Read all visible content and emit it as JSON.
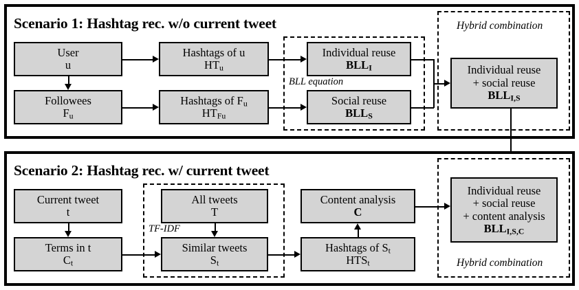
{
  "figure": {
    "type": "flow-diagram",
    "background": "#ffffff",
    "node_fill": "#d4d4d4",
    "stroke": "#000000"
  },
  "scenario1": {
    "title": "Scenario 1: Hashtag rec. w/o current tweet",
    "groups": {
      "bll_equation": "BLL equation",
      "hybrid": "Hybrid combination"
    },
    "nodes": {
      "user": {
        "line1": "User",
        "line2": "u"
      },
      "followees": {
        "line1": "Followees",
        "line2": "F",
        "line2_sub": "u"
      },
      "hashtags_u": {
        "line1": "Hashtags of u",
        "line2": "HT",
        "line2_sub": "u"
      },
      "hashtags_fu": {
        "line1": "Hashtags of F",
        "line1_sub": "u",
        "line2": "HT",
        "line2_sub": "Fu"
      },
      "individual_reuse": {
        "line1": "Individual reuse",
        "line2": "BLL",
        "line2_sub": "I"
      },
      "social_reuse": {
        "line1": "Social reuse",
        "line2": "BLL",
        "line2_sub": "S"
      },
      "hybrid_is": {
        "line1": "Individual reuse",
        "line2": "+ social reuse",
        "line3": "BLL",
        "line3_sub": "I,S"
      }
    }
  },
  "scenario2": {
    "title": "Scenario 2: Hashtag rec. w/ current tweet",
    "groups": {
      "tfidf": "TF-IDF",
      "hybrid": "Hybrid combination"
    },
    "nodes": {
      "current_tweet": {
        "line1": "Current tweet",
        "line2": "t"
      },
      "terms_in_t": {
        "line1": "Terms in t",
        "line2": "C",
        "line2_sub": "t"
      },
      "all_tweets": {
        "line1": "All tweets",
        "line2": "T"
      },
      "similar_tweets": {
        "line1": "Similar tweets",
        "line2": "S",
        "line2_sub": "t"
      },
      "content_analysis": {
        "line1": "Content analysis",
        "line2": "C"
      },
      "hashtags_st": {
        "line1": "Hashtags of S",
        "line1_sub": "t",
        "line2": "HTS",
        "line2_sub": "t"
      },
      "hybrid_isc": {
        "line1": "Individual reuse",
        "line2": "+ social reuse",
        "line3": "+ content analysis",
        "line4": "BLL",
        "line4_sub": "I,S,C"
      }
    }
  }
}
